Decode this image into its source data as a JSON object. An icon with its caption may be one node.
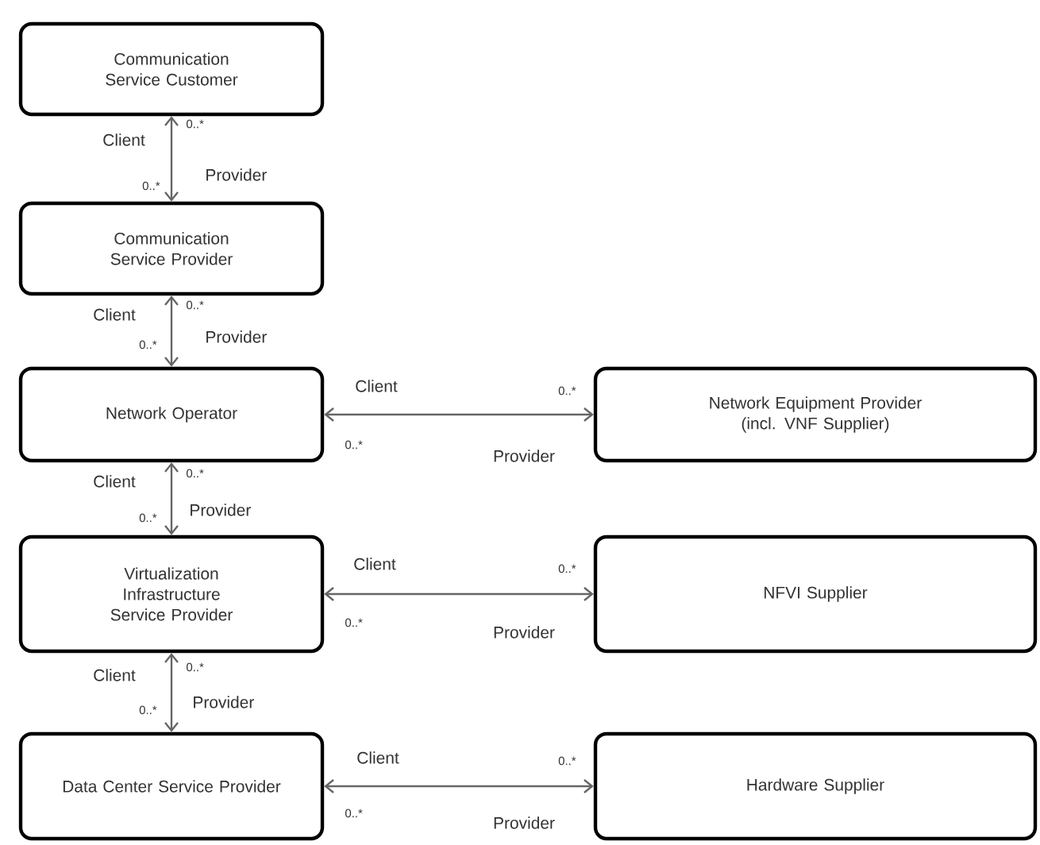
{
  "diagram": {
    "nodes": [
      {
        "text": [
          "Communication Service Customer"
        ]
      },
      {
        "text": [
          "Communication Service Provider"
        ]
      },
      {
        "text": [
          "Network Operator"
        ]
      },
      {
        "text": [
          "Network Equipment Provider (incl. VNF Supplier)"
        ]
      },
      {
        "text": [
          "Virtualization Infrastructure Service Provider"
        ]
      },
      {
        "text": [
          "NFVI Supplier"
        ]
      },
      {
        "text": [
          "Data Center Service Provider"
        ]
      },
      {
        "text": [
          "Hardware Supplier"
        ]
      }
    ],
    "edges": [
      {
        "from": 0,
        "to": 1,
        "arrow": "both"
      },
      {
        "from": 1,
        "to": 2,
        "arrow": "both"
      },
      {
        "from": 2,
        "to": 3,
        "arrow": "both"
      },
      {
        "from": 2,
        "to": 4,
        "arrow": "both"
      },
      {
        "from": 4,
        "to": 5,
        "arrow": "both"
      },
      {
        "from": 4,
        "to": 6,
        "arrow": "both"
      },
      {
        "from": 6,
        "to": 7,
        "arrow": "both"
      }
    ],
    "labels": [
      "Client",
      "0..*",
      "Provider",
      "0..*",
      "Client",
      "0..*",
      "0..*",
      "Provider",
      "Client",
      "0..*",
      "0..*",
      "Provider",
      "Client",
      "0..*",
      "Provider",
      "0..*",
      "Client",
      "0..*",
      "0..*",
      "Provider",
      "Client",
      "0..*",
      "Provider",
      "0..*",
      "Client",
      "0..*",
      "0..*",
      "Provider"
    ]
  }
}
